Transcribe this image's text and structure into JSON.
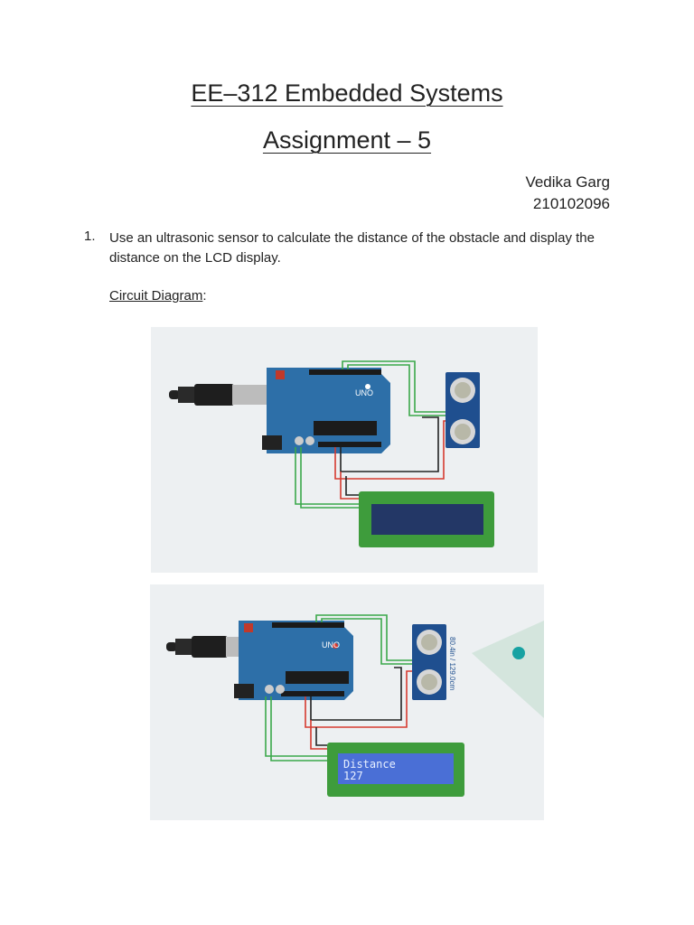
{
  "document": {
    "title_line1": "EE–312 Embedded Systems",
    "title_line2": "Assignment – 5",
    "author_name": "Vedika Garg",
    "author_id": "210102096",
    "question_number": "1.",
    "question_text": "Use an ultrasonic sensor to calculate the distance of the obstacle and display the distance on the LCD display.",
    "section_label": "Circuit Diagram",
    "section_suffix": ":"
  },
  "figures": {
    "board_label": "UNO",
    "sensor_readout": "80.4in / 129.0cm",
    "lcd_line1": "Distance",
    "lcd_line2": "127"
  },
  "colors": {
    "board": "#2d6fa8",
    "wire_green": "#3aa84a",
    "wire_red": "#d63a30",
    "wire_black": "#222222",
    "lcd_frame": "#3e9c3c",
    "lcd_screen_off": "#233766",
    "lcd_screen_on": "#4a6fd6",
    "sensor_board": "#1f4f8f"
  }
}
